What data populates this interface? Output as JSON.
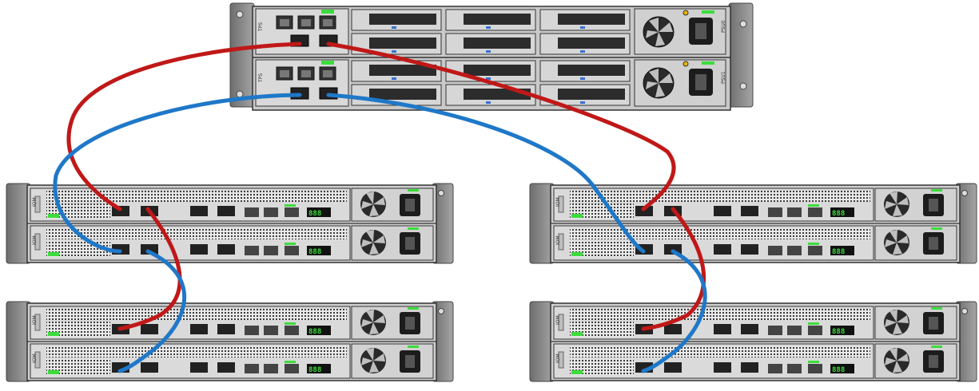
{
  "colors": {
    "cable_a": "#c01818",
    "cable_b": "#1f78c8",
    "chassis": "#d2d2d2",
    "ear": "#8a8a8a",
    "led_green": "#3ddc3d"
  },
  "controller": {
    "slot_labels": [
      "TPS",
      "TPS"
    ],
    "psu_labels": [
      "PSU0",
      "PSU1"
    ]
  },
  "shelves": [
    {
      "id": "left-upper",
      "display": [
        "888",
        "888"
      ]
    },
    {
      "id": "left-lower",
      "display": [
        "888",
        "888"
      ]
    },
    {
      "id": "right-upper",
      "display": [
        "888",
        "888"
      ]
    },
    {
      "id": "right-lower",
      "display": [
        "888",
        "888"
      ]
    }
  ],
  "shelf_module_label": "IOM",
  "icons": [
    "wrench-icon",
    "network-icon",
    "power-connector-icon",
    "fan-icon"
  ]
}
